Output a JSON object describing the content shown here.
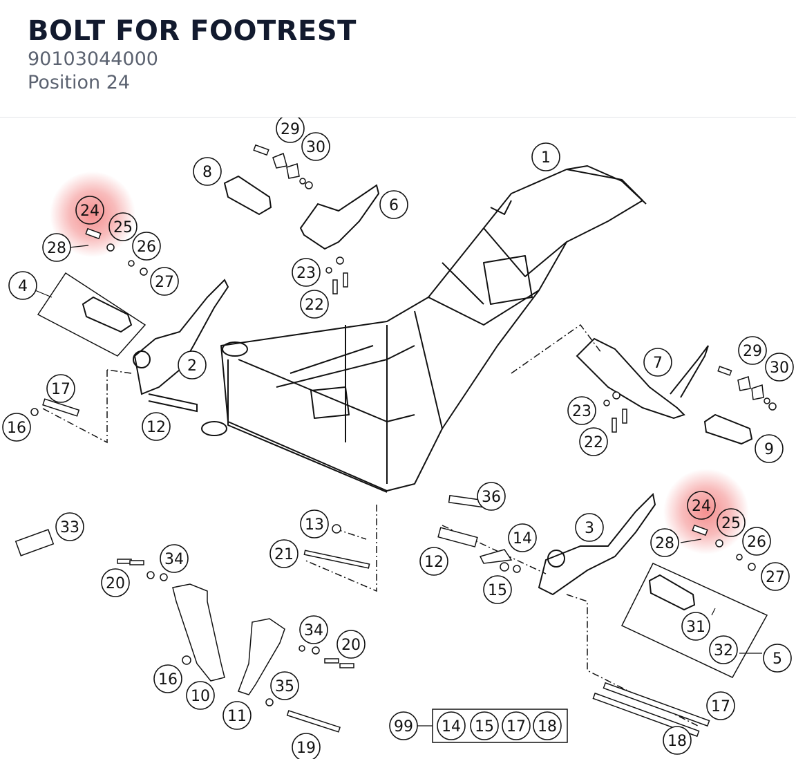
{
  "header": {
    "title": "BOLT FOR FOOTREST",
    "part_number": "90103044000",
    "position": "Position 24"
  },
  "colors": {
    "title": "#121a2e",
    "subtitle": "#5b6270",
    "highlight": "#f06a6a",
    "line": "#111111"
  },
  "diagram": {
    "highlighted_position": "24",
    "callouts": [
      "29",
      "30",
      "1",
      "8",
      "6",
      "24",
      "25",
      "28",
      "26",
      "27",
      "4",
      "23",
      "22",
      "2",
      "7",
      "29",
      "30",
      "17",
      "16",
      "12",
      "23",
      "22",
      "9",
      "36",
      "24",
      "25",
      "3",
      "28",
      "26",
      "33",
      "13",
      "14",
      "21",
      "12",
      "27",
      "34",
      "20",
      "15",
      "31",
      "5",
      "32",
      "34",
      "20",
      "16",
      "10",
      "35",
      "11",
      "17",
      "99",
      "14",
      "15",
      "17",
      "18",
      "19",
      "18"
    ]
  }
}
